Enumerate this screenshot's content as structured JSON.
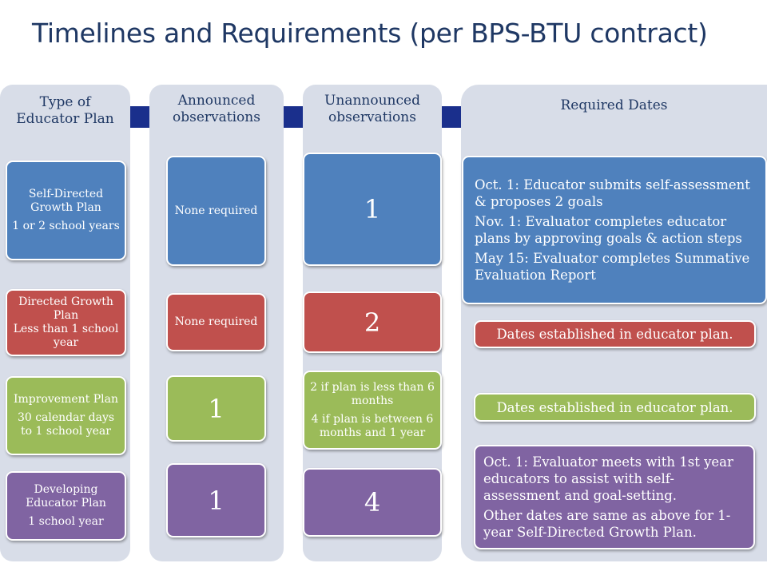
{
  "title": "Timelines and Requirements (per BPS-BTU contract)",
  "columns": {
    "plan": {
      "header": "Type of Educator Plan",
      "rows": [
        {
          "lines": [
            "Self-Directed Growth Plan",
            "1 or 2 school years"
          ]
        },
        {
          "lines": [
            "Directed Growth Plan",
            "Less than 1 school year"
          ]
        },
        {
          "lines": [
            "Improvement Plan",
            "30 calendar days to 1 school year"
          ]
        },
        {
          "lines": [
            "Developing Educator Plan",
            "1 school year"
          ]
        }
      ]
    },
    "announced": {
      "header": "Announced observations",
      "rows": [
        "None required",
        "None required",
        "1",
        "1"
      ]
    },
    "unannounced": {
      "header": "Unannounced observations",
      "rows": [
        {
          "lines": [
            "1"
          ]
        },
        {
          "lines": [
            "2"
          ]
        },
        {
          "lines": [
            "2 if plan is less than 6 months",
            "4 if plan is between 6 months and 1 year"
          ]
        },
        {
          "lines": [
            "4"
          ]
        }
      ]
    },
    "dates": {
      "header": "Required Dates",
      "rows": [
        {
          "lines": [
            "Oct. 1: Educator submits self-assessment & proposes 2 goals",
            "Nov. 1: Evaluator completes educator plans by approving goals & action steps",
            "May 15: Evaluator completes Summative Evaluation Report"
          ]
        },
        {
          "lines": [
            "Dates established in educator plan."
          ]
        },
        {
          "lines": [
            "Dates established in educator plan."
          ]
        },
        {
          "lines": [
            "Oct. 1: Evaluator meets with 1st year educators to assist with self-assessment and goal-setting.",
            "Other dates are same as above for 1-year Self-Directed Growth Plan."
          ]
        }
      ]
    }
  },
  "colors": {
    "band": "#1a2f8c",
    "column_bg": "#d8dde8",
    "blue": "#4f81bd",
    "red": "#c0504d",
    "green": "#9bbb59",
    "purple": "#8064a2",
    "title": "#1f3864"
  }
}
